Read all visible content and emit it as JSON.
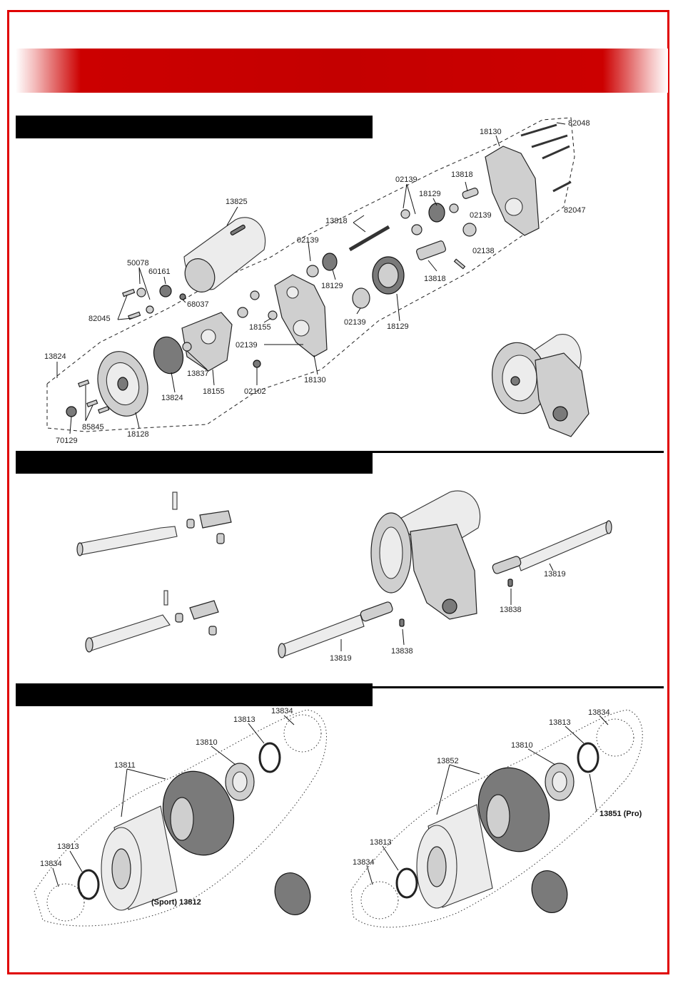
{
  "sections": [
    {
      "title": ""
    },
    {
      "title": ""
    },
    {
      "title": ""
    }
  ],
  "transmission": {
    "labels": [
      "82048",
      "18130",
      "13818",
      "02139",
      "18129",
      "02139",
      "13818",
      "02139",
      "18129",
      "02138",
      "82047",
      "13825",
      "02139",
      "18129",
      "50078",
      "60161",
      "13818",
      "68037",
      "82045",
      "18155",
      "02138",
      "18129",
      "02139",
      "13824",
      "13837",
      "18155",
      "02102",
      "18130",
      "13824",
      "85845",
      "18128",
      "70129"
    ]
  },
  "driveshaft": {
    "labels": [
      "13819",
      "13838",
      "13819",
      "13838"
    ]
  },
  "wheels_sport": {
    "labels": [
      "13834",
      "13813",
      "13810",
      "13811",
      "13813",
      "13834"
    ],
    "foam_label": "(Sport) 13812"
  },
  "wheels_pro": {
    "labels": [
      "13834",
      "13813",
      "13810",
      "13852",
      "13813",
      "13834"
    ],
    "ring_label": "13851 (Pro)"
  }
}
